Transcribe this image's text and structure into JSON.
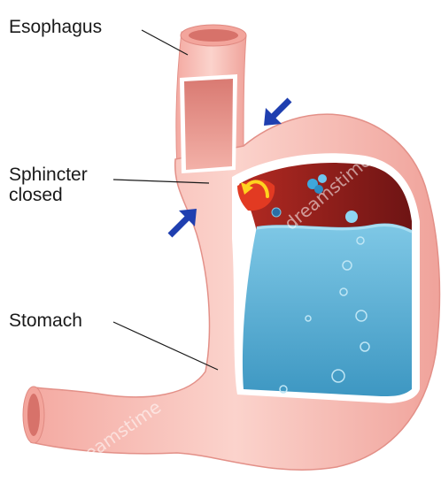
{
  "labels": {
    "esophagus": "Esophagus",
    "sphincter_line1": "Sphincter",
    "sphincter_line2": "closed",
    "stomach": "Stomach"
  },
  "watermark": "dreamstime",
  "colors": {
    "tissue": "#f6b9b1",
    "tissue_dark": "#e99a92",
    "interior": "#8a1c1c",
    "fluid": "#4aa7cf",
    "arrow": "#1f3fb0",
    "reflux_arrow": "#ffd21f"
  },
  "icons": [
    "pressure-arrow-icon",
    "reflux-arrow-icon",
    "bubble-icon"
  ]
}
